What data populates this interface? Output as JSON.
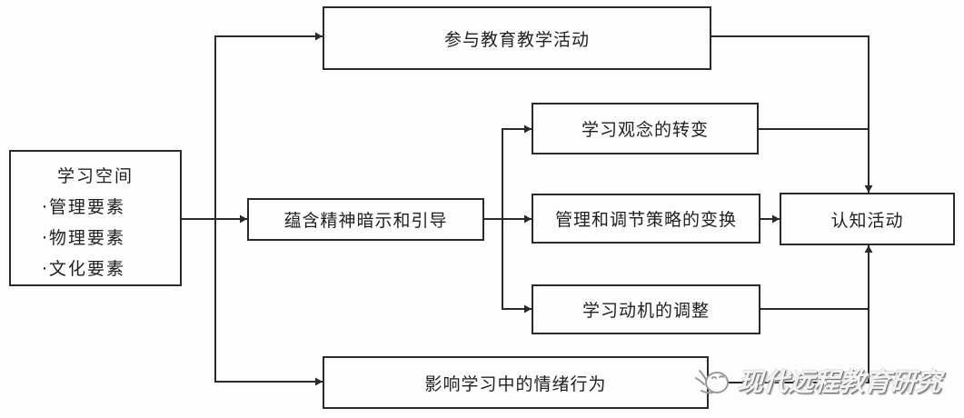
{
  "diagram": {
    "nodes": {
      "learning_space": {
        "title": "学习空间",
        "items": [
          "·管理要素",
          "·物理要素",
          "·文化要素"
        ]
      },
      "participate": {
        "label": "参与教育教学活动"
      },
      "implication": {
        "label": "蕴含精神暗示和引导"
      },
      "concept_change": {
        "label": "学习观念的转变"
      },
      "strategy_change": {
        "label": "管理和调节策略的变换"
      },
      "motivation_adjust": {
        "label": "学习动机的调整"
      },
      "cognitive": {
        "label": "认知活动"
      },
      "emotion": {
        "label": "影响学习中的情绪行为"
      }
    },
    "colors": {
      "line": "#2a2a2a",
      "box_border": "#2a2a2a",
      "background": "#fdfdfd",
      "watermark_text": "#f3f3f3",
      "watermark_shadow": "#6f6f6f"
    }
  },
  "watermark": {
    "label": "现代远程教育研究",
    "logo": "bird-logo"
  }
}
